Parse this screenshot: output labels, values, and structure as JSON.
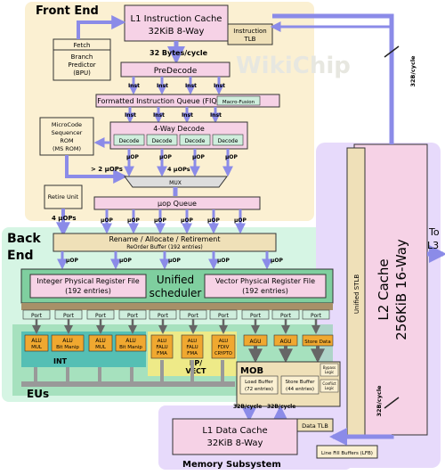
{
  "front_end": {
    "title": "Front End",
    "l1i": "L1 Instruction Cache",
    "l1i_size": "32KiB 8-Way",
    "itlb1": "Instruction",
    "itlb2": "TLB",
    "fetch": "Fetch",
    "bpu1": "Branch",
    "bpu2": "Predictor",
    "bpu3": "(BPU)",
    "bytes_cycle": "32 Bytes/cycle",
    "predecode": "PreDecode",
    "inst": "Inst",
    "fiq": "Formatted Instruction Queue (FIQ)",
    "macro_fusion": "Macro-Fusion",
    "decoder_title": "4-Way Decode",
    "decode": "Decode",
    "ms1": "MicroCode",
    "ms2": "Sequencer",
    "ms3": "ROM",
    "ms4": "(MS ROM)",
    "uop": "µOP",
    "gt2uops": "> 2 µOPs",
    "four_uops": "4 µOPs",
    "mux": "MUX",
    "uop_queue": "µop Queue",
    "retire": "Retire Unit",
    "four_uops_left": "4 µOPs"
  },
  "back_end": {
    "title1": "Back",
    "title2": "End",
    "rename": "Rename / Allocate / Retirement",
    "rob": "ReOrder Buffer  (192 entries)",
    "int_prf1": "Integer Physical Register File",
    "int_prf2": "(192 entries)",
    "scheduler1": "Unified",
    "scheduler2": "scheduler",
    "vec_prf1": "Vector Physical Register File",
    "vec_prf2": "(192 entries)",
    "port": "Port",
    "eus": "EUs",
    "int_label": "INT",
    "fpvect1": "FP/",
    "fpvect2": "VECT",
    "alu1": [
      "ALU",
      "MUL"
    ],
    "alu2": [
      "ALU",
      "Bit Manip"
    ],
    "alu3": [
      "ALU",
      "MUL"
    ],
    "alu4": [
      "ALU",
      "Bit Manip"
    ],
    "fp1": [
      "ALU",
      "FALU",
      "FMA"
    ],
    "fp2": [
      "ALU",
      "FALU",
      "FMA"
    ],
    "fp3": [
      "ALU",
      "FDIV",
      "CRYPTO"
    ],
    "agu": "AGU",
    "store_data": "Store Data",
    "mob": "MOB",
    "load_buffer1": "Load Buffer",
    "load_buffer2": "(72 entries)",
    "store_buffer1": "Store Buffer",
    "store_buffer2": "(44 entries)",
    "bypass": [
      "Bypass",
      "Logic"
    ],
    "conflict": [
      "Conflict",
      "Logic"
    ]
  },
  "memory": {
    "title": "Memory Subsystem",
    "l1d": "L1 Data Cache",
    "l1d_size": "32KiB 8-Way",
    "dtlb": "Data TLB",
    "lfb": "Line Fill Buffers (LFB)",
    "bw32": "32B/cycle"
  },
  "l2": {
    "l2a": "L2 Cache",
    "l2b": "256KiB 16-Way",
    "stlb": "Unified STLB",
    "to_l3a": "To",
    "to_l3b": "L3",
    "bw32": "32B/cycle"
  },
  "watermark": "WikiChip"
}
